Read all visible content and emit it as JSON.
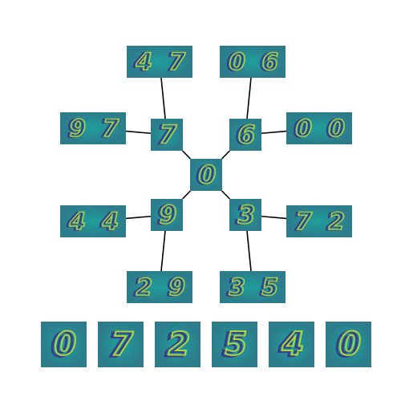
{
  "colors": {
    "background": "#ffffff",
    "tile": "#1f9e9b",
    "tile_dark": "#2c7c8c",
    "stroke_dark": "#3b2f86",
    "stroke_light": "#b8df3a",
    "stroke_yellow": "#f2e62a",
    "edge": "#000000"
  },
  "diagram": {
    "center": {
      "glyph": "0"
    },
    "branches": [
      {
        "id": "upper-left",
        "node": "7",
        "leaves": [
          [
            "4",
            "7"
          ],
          [
            "9",
            "7"
          ]
        ]
      },
      {
        "id": "upper-right",
        "node": "6",
        "leaves": [
          [
            "0",
            "6"
          ],
          [
            "0",
            "0"
          ]
        ]
      },
      {
        "id": "lower-left",
        "node": "9",
        "leaves": [
          [
            "4",
            "4"
          ],
          [
            "2",
            "9"
          ]
        ]
      },
      {
        "id": "lower-right",
        "node": "3",
        "leaves": [
          [
            "7",
            "2"
          ],
          [
            "3",
            "5"
          ]
        ]
      }
    ],
    "bottom_row": [
      "0",
      "7",
      "2",
      "5",
      "4",
      "0"
    ]
  }
}
